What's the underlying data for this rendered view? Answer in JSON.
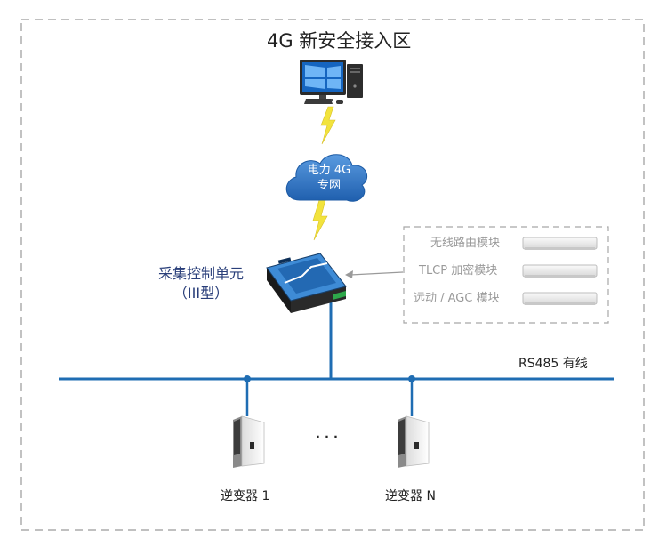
{
  "title": "4G 新安全接入区",
  "cloud": {
    "line1": "电力 4G",
    "line2": "专网"
  },
  "controller": {
    "line1": "采集控制单元",
    "line2": "（III型）"
  },
  "modules": [
    "无线路由模块",
    "TLCP 加密模块",
    "远动 / AGC 模块"
  ],
  "bus_label": "RS485 有线",
  "inverters": {
    "first": "逆变器 1",
    "ellipsis": "···",
    "last": "逆变器 N"
  },
  "colors": {
    "bus": "#1f6db3",
    "cloud": "#2f76c6",
    "lightning": "#f2e33d",
    "border": "#9a9a9a",
    "controller_label": "#2a3f7a"
  }
}
